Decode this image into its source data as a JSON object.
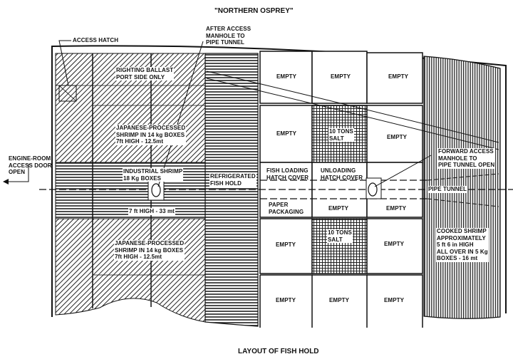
{
  "title": "\"NORTHERN OSPREY\"",
  "caption": "LAYOUT OF FISH HOLD",
  "callouts": {
    "access_hatch": "ACCESS HATCH",
    "after_access": "AFTER ACCESS\nMANHOLE TO\nPIPE TUNNEL",
    "engine_room": "ENGINE-ROOM\nACCESS DOOR\nOPEN",
    "forward_access": "FORWARD ACCESS\nMANHOLE TO\nPIPE TUNNEL OPEN",
    "pipe_tunnel": "PIPE TUNNEL"
  },
  "compartments": {
    "righting_ballast": "RIGHTING BALLAST\nPORT SIDE ONLY",
    "jp_shrimp_top": "JAPANESE-PROCESSED\nSHRIMP IN 14 kg BOXES\n7ft HIGH - 12.5mt",
    "industrial_shrimp": "INDUSTRIAL SHRIMP\n18 Kg BOXES",
    "industrial_height": "7 ft HIGH - 33 mt",
    "jp_shrimp_bottom": "JAPANESE-PROCESSED\nSHRIMP IN 14 kg BOXES\n7ft HIGH - 12.5mt",
    "refrigerated": "REFRIGERATED\nFISH HOLD",
    "fish_loading": "FISH LOADING\nHATCH COVER",
    "unloading": "UNLOADING\nHATCH COVER",
    "paper_packaging": "PAPER\nPACKAGING",
    "salt_top": "10 TONS\nSALT",
    "salt_bottom": "10 TONS\nSALT",
    "cooked_shrimp": "COOKED SHRIMP\nAPPROXIMATELY\n5 ft 6 in HIGH\nALL OVER IN 5 Kg\nBOXES - 16 mt",
    "empty": "EMPTY"
  },
  "colors": {
    "ink": "#111111",
    "paper": "#ffffff"
  }
}
